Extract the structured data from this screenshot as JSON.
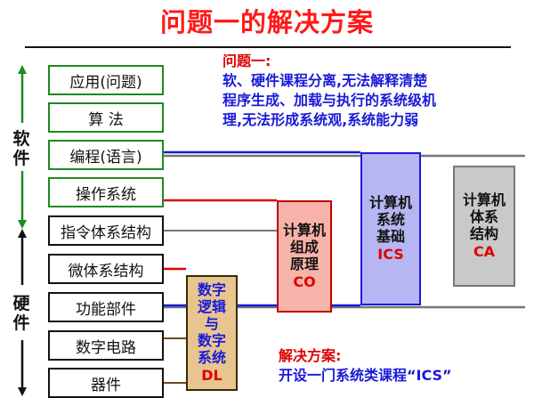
{
  "title": "问题一的解决方案",
  "side_labels": {
    "software": [
      "软",
      "件"
    ],
    "hardware": [
      "硬",
      "件"
    ]
  },
  "layers": [
    "应用(问题)",
    "算 法",
    "编程(语言)",
    "操作系统",
    "指令体系结构",
    "微体系结构",
    "功能部件",
    "数字电路",
    "器件"
  ],
  "courses": {
    "dl": {
      "name_lines": [
        "数字",
        "逻辑",
        "与",
        "数字",
        "系统"
      ],
      "abbr": "DL"
    },
    "co": {
      "name_lines": [
        "计算机",
        "组成",
        "原理"
      ],
      "abbr": "CO"
    },
    "ics": {
      "name_lines": [
        "计算机",
        "系统",
        "基础"
      ],
      "abbr": "ICS"
    },
    "ca": {
      "name_lines": [
        "计算机",
        "体系",
        "结构"
      ],
      "abbr": "CA"
    }
  },
  "problem": {
    "heading": "问题一:",
    "lines": [
      "软、硬件课程分离,无法解释清楚",
      "程序生成、加载与执行的系统级机",
      "理,无法形成系统观,系统能力弱"
    ]
  },
  "solution": {
    "heading": "解决方案:",
    "text": "开设一门系统类课程“ICS”"
  },
  "colors": {
    "title": "#ff1a1a",
    "green": "#1f8a1f",
    "blue": "#1a1ad9",
    "red": "#e00000",
    "black": "#111111",
    "dl_fill": "#e8c58f",
    "co_fill": "#f7b3aa",
    "ics_fill": "#b6b6f3",
    "ca_fill": "#c9c9c9",
    "dl_border": "#3a2a00",
    "co_border": "#c00000",
    "ics_border": "#1a1ad9",
    "ca_border": "#777777"
  }
}
